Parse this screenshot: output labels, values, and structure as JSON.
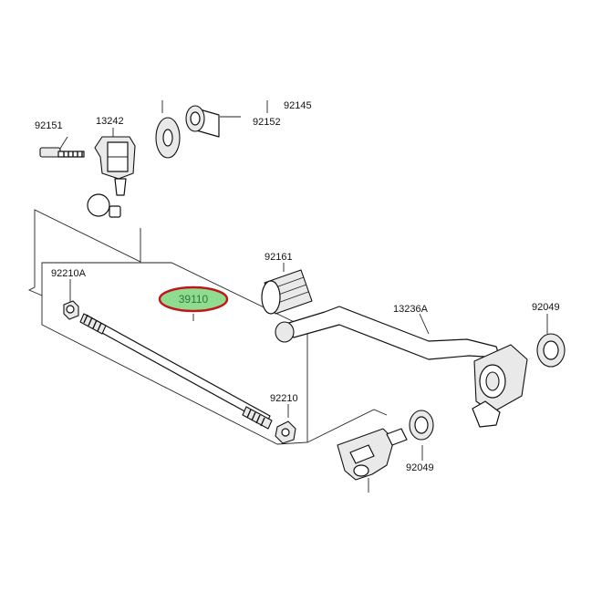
{
  "labels": {
    "p92151": "92151",
    "p13242": "13242",
    "p92145": "92145",
    "p92152": "92152",
    "p92161": "92161",
    "p92210A": "92210A",
    "p39110": "39110",
    "p13236A": "13236A",
    "p92049_top": "92049",
    "p92210": "92210",
    "p92049_bottom": "92049"
  },
  "colors": {
    "highlight_fill": "#8fdc8f",
    "highlight_ring": "#c0161b",
    "highlight_text": "#2a7a3a",
    "ink": "#111111"
  }
}
